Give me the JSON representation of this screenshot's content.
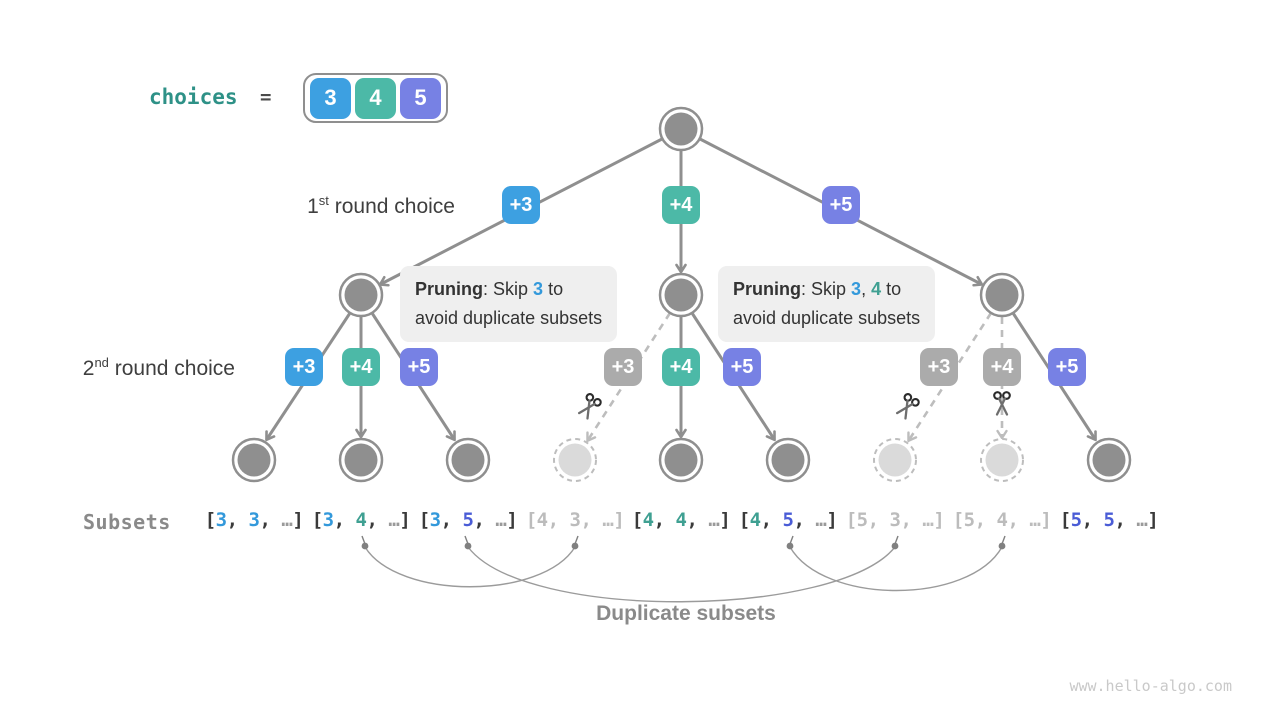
{
  "choices": {
    "label": "choices",
    "equals": "=",
    "values": [
      {
        "text": "3"
      },
      {
        "text": "4"
      },
      {
        "text": "5"
      }
    ]
  },
  "round_labels": {
    "first": {
      "num": "1",
      "sup": "st",
      "rest": " round choice"
    },
    "second": {
      "num": "2",
      "sup": "nd",
      "rest": " round choice"
    }
  },
  "tree": {
    "round1": [
      {
        "label": "+3"
      },
      {
        "label": "+4"
      },
      {
        "label": "+5"
      }
    ],
    "round2_left": [
      {
        "label": "+3"
      },
      {
        "label": "+4"
      },
      {
        "label": "+5"
      }
    ],
    "round2_mid": [
      {
        "label": "+3"
      },
      {
        "label": "+4"
      },
      {
        "label": "+5"
      }
    ],
    "round2_right": [
      {
        "label": "+3"
      },
      {
        "label": "+4"
      },
      {
        "label": "+5"
      }
    ]
  },
  "pruning_left": {
    "title": "Pruning",
    "colon": ": ",
    "skip": "Skip ",
    "n1": "3",
    "tail": " to",
    "line2": "avoid duplicate subsets"
  },
  "pruning_right": {
    "title": "Pruning",
    "colon": ": ",
    "skip": "Skip ",
    "n1": "3",
    "comma": ", ",
    "n2": "4",
    "tail": " to",
    "line2": "avoid duplicate subsets"
  },
  "subsets": {
    "heading": "Subsets",
    "open": "[",
    "sep": ", ",
    "ellipsis": "…",
    "close": "]",
    "items": [
      {
        "a": "3",
        "b": "3",
        "pruned": false
      },
      {
        "a": "3",
        "b": "4",
        "pruned": false
      },
      {
        "a": "3",
        "b": "5",
        "pruned": false
      },
      {
        "a": "4",
        "b": "3",
        "pruned": true
      },
      {
        "a": "4",
        "b": "4",
        "pruned": false
      },
      {
        "a": "4",
        "b": "5",
        "pruned": false
      },
      {
        "a": "5",
        "b": "3",
        "pruned": true
      },
      {
        "a": "5",
        "b": "4",
        "pruned": true
      },
      {
        "a": "5",
        "b": "5",
        "pruned": false
      }
    ]
  },
  "duplicate_label": "Duplicate subsets",
  "watermark": "www.hello-algo.com",
  "icons": {
    "scissors": "scissors-icon",
    "node": "tree-node",
    "pruned_node": "pruned-tree-node"
  },
  "colors": {
    "choice_3_blue": "#3DA0E1",
    "choice_4_teal": "#4CB9A7",
    "choice_5_purple": "#7781E4",
    "pruned_badge_gray": "#ABABAB",
    "digit_3": "#3399DB",
    "digit_4": "#3FA092",
    "digit_5": "#4A5CD6",
    "node_gray": "#8F8F8F",
    "pruned_gray": "#BDBDBD",
    "note_bg": "#EFEFEF",
    "muted_text": "#8A8A8A"
  }
}
